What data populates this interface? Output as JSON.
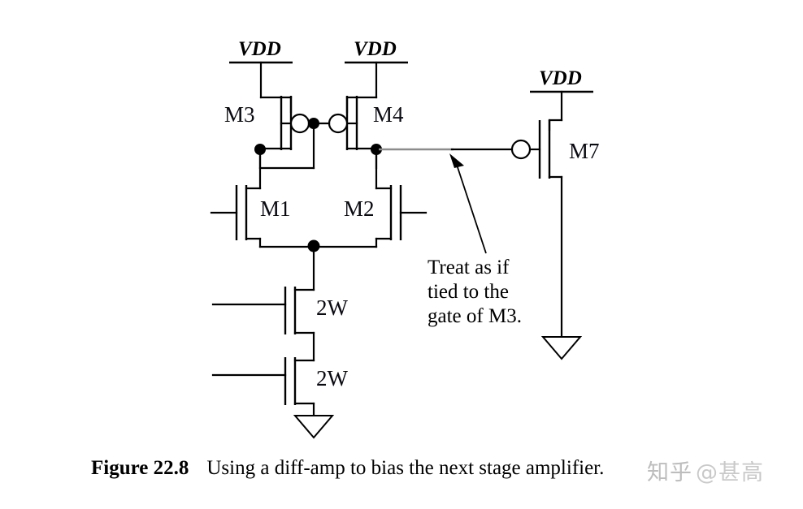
{
  "figure": {
    "caption_number": "Figure 22.8",
    "caption_text": "Using a diff-amp to bias the next stage amplifier."
  },
  "watermark": {
    "logo": "知乎",
    "handle": "@甚高",
    "color": "#c9c9c9"
  },
  "supplies": [
    {
      "name": "vdd-left",
      "label": "VDD"
    },
    {
      "name": "vdd-middle",
      "label": "VDD"
    },
    {
      "name": "vdd-right",
      "label": "VDD"
    }
  ],
  "devices": [
    {
      "id": "M3",
      "label": "M3",
      "type": "pmos"
    },
    {
      "id": "M4",
      "label": "M4",
      "type": "pmos"
    },
    {
      "id": "M1",
      "label": "M1",
      "type": "nmos"
    },
    {
      "id": "M2",
      "label": "M2",
      "type": "nmos"
    },
    {
      "id": "M7",
      "label": "M7",
      "type": "pmos"
    },
    {
      "id": "tail1",
      "label": "2W",
      "type": "nmos"
    },
    {
      "id": "tail2",
      "label": "2W",
      "type": "nmos"
    }
  ],
  "annotation": {
    "line1": "Treat as if",
    "line2": "tied to the",
    "line3": "gate of M3."
  },
  "colors": {
    "wire": "#000000",
    "wire_highlight": "#8c8c8c",
    "background": "#ffffff"
  }
}
